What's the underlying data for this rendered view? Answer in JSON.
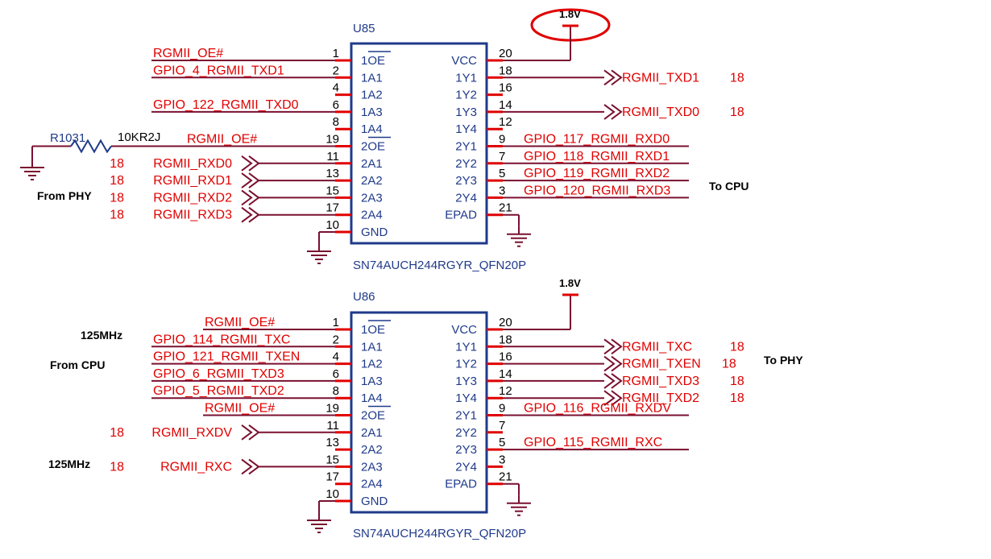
{
  "u85": {
    "ref": "U85",
    "part": "SN74AUCH244RGYR_QFN20P",
    "power": "1.8V",
    "left_pins": [
      {
        "num": "1",
        "name": "1OE",
        "bar": true
      },
      {
        "num": "2",
        "name": "1A1"
      },
      {
        "num": "4",
        "name": "1A2"
      },
      {
        "num": "6",
        "name": "1A3"
      },
      {
        "num": "8",
        "name": "1A4"
      },
      {
        "num": "19",
        "name": "2OE",
        "bar": true
      },
      {
        "num": "11",
        "name": "2A1"
      },
      {
        "num": "13",
        "name": "2A2"
      },
      {
        "num": "15",
        "name": "2A3"
      },
      {
        "num": "17",
        "name": "2A4"
      },
      {
        "num": "10",
        "name": "GND"
      }
    ],
    "right_pins": [
      {
        "num": "20",
        "name": "VCC"
      },
      {
        "num": "18",
        "name": "1Y1"
      },
      {
        "num": "16",
        "name": "1Y2"
      },
      {
        "num": "14",
        "name": "1Y3"
      },
      {
        "num": "12",
        "name": "1Y4"
      },
      {
        "num": "9",
        "name": "2Y1"
      },
      {
        "num": "7",
        "name": "2Y2"
      },
      {
        "num": "5",
        "name": "2Y3"
      },
      {
        "num": "3",
        "name": "2Y4"
      },
      {
        "num": "21",
        "name": "EPAD"
      }
    ],
    "left_nets": [
      {
        "label": "RGMII_OE#",
        "row": 0
      },
      {
        "label": "GPIO_4_RGMII_TXD1",
        "row": 1
      },
      {
        "label": "GPIO_122_RGMII_TXD0",
        "row": 3
      },
      {
        "label": "RGMII_OE#",
        "row": 5
      },
      {
        "label": "RGMII_RXD0",
        "row": 6,
        "port": true,
        "sheet": "18"
      },
      {
        "label": "RGMII_RXD1",
        "row": 7,
        "port": true,
        "sheet": "18"
      },
      {
        "label": "RGMII_RXD2",
        "row": 8,
        "port": true,
        "sheet": "18"
      },
      {
        "label": "RGMII_RXD3",
        "row": 9,
        "port": true,
        "sheet": "18"
      }
    ],
    "right_nets": [
      {
        "label": "RGMII_TXD1",
        "row": 1,
        "port": true,
        "sheet": "18"
      },
      {
        "label": "RGMII_TXD0",
        "row": 3,
        "port": true,
        "sheet": "18"
      },
      {
        "label": "GPIO_117_RGMII_RXD0",
        "row": 5
      },
      {
        "label": "GPIO_118_RGMII_RXD1",
        "row": 6
      },
      {
        "label": "GPIO_119_RGMII_RXD2",
        "row": 7
      },
      {
        "label": "GPIO_120_RGMII_RXD3",
        "row": 8
      }
    ],
    "resistor": {
      "ref": "R1031",
      "value": "10KR2J"
    },
    "notes": {
      "left": "From PHY",
      "right": "To CPU"
    }
  },
  "u86": {
    "ref": "U86",
    "part": "SN74AUCH244RGYR_QFN20P",
    "power": "1.8V",
    "left_pins": [
      {
        "num": "1",
        "name": "1OE",
        "bar": true
      },
      {
        "num": "2",
        "name": "1A1"
      },
      {
        "num": "4",
        "name": "1A2"
      },
      {
        "num": "6",
        "name": "1A3"
      },
      {
        "num": "8",
        "name": "1A4"
      },
      {
        "num": "19",
        "name": "2OE",
        "bar": true
      },
      {
        "num": "11",
        "name": "2A1"
      },
      {
        "num": "13",
        "name": "2A2"
      },
      {
        "num": "15",
        "name": "2A3"
      },
      {
        "num": "17",
        "name": "2A4"
      },
      {
        "num": "10",
        "name": "GND"
      }
    ],
    "right_pins": [
      {
        "num": "20",
        "name": "VCC"
      },
      {
        "num": "18",
        "name": "1Y1"
      },
      {
        "num": "16",
        "name": "1Y2"
      },
      {
        "num": "14",
        "name": "1Y3"
      },
      {
        "num": "12",
        "name": "1Y4"
      },
      {
        "num": "9",
        "name": "2Y1"
      },
      {
        "num": "7",
        "name": "2Y2"
      },
      {
        "num": "5",
        "name": "2Y3"
      },
      {
        "num": "3",
        "name": "2Y4"
      },
      {
        "num": "21",
        "name": "EPAD"
      }
    ],
    "left_nets": [
      {
        "label": "RGMII_OE#",
        "row": 0
      },
      {
        "label": "GPIO_114_RGMII_TXC",
        "row": 1
      },
      {
        "label": "GPIO_121_RGMII_TXEN",
        "row": 2
      },
      {
        "label": "GPIO_6_RGMII_TXD3",
        "row": 3
      },
      {
        "label": "GPIO_5_RGMII_TXD2",
        "row": 4
      },
      {
        "label": "RGMII_OE#",
        "row": 5
      },
      {
        "label": "RGMII_RXDV",
        "row": 6,
        "port": true,
        "sheet": "18"
      },
      {
        "label": "RGMII_RXC",
        "row": 8,
        "port": true,
        "sheet": "18"
      }
    ],
    "right_nets": [
      {
        "label": "RGMII_TXC",
        "row": 1,
        "port": true,
        "sheet": "18"
      },
      {
        "label": "RGMII_TXEN",
        "row": 2,
        "port": true,
        "sheet": "18"
      },
      {
        "label": "RGMII_TXD3",
        "row": 3,
        "port": true,
        "sheet": "18"
      },
      {
        "label": "RGMII_TXD2",
        "row": 4,
        "port": true,
        "sheet": "18"
      },
      {
        "label": "GPIO_116_RGMII_RXDV",
        "row": 5
      },
      {
        "label": "GPIO_115_RGMII_RXC",
        "row": 7
      }
    ],
    "notes": {
      "clk1": "125MHz",
      "left": "From CPU",
      "clk2": "125MHz",
      "right": "To PHY"
    }
  },
  "colors": {
    "wire": "#7a1030",
    "pin": "#e00000",
    "body": "#1f3a8a",
    "highlight": "#e00000"
  }
}
